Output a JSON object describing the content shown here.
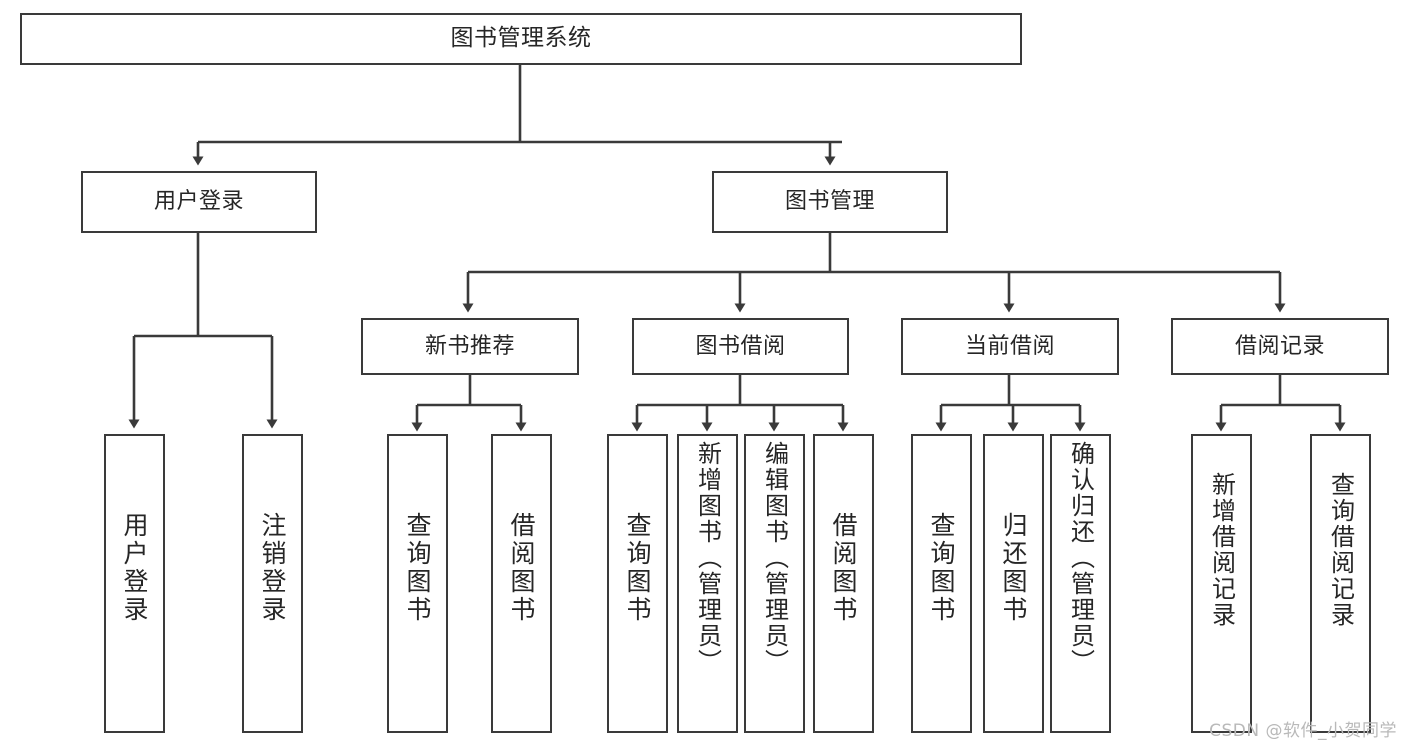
{
  "diagram": {
    "title": "图书管理系统",
    "type": "tree",
    "watermark": "CSDN @软件_小贺同学",
    "colors": {
      "box_border": "#3a3a3a",
      "box_fill": "#ffffff",
      "connector": "#3a3a3a",
      "text": "#262626",
      "watermark": "#b9b9b9",
      "background": "#ffffff"
    },
    "levels": {
      "root": {
        "label": "图书管理系统"
      },
      "level1": [
        {
          "label": "用户登录"
        },
        {
          "label": "图书管理"
        }
      ],
      "level2": [
        {
          "label": "新书推荐"
        },
        {
          "label": "图书借阅"
        },
        {
          "label": "当前借阅"
        },
        {
          "label": "借阅记录"
        }
      ]
    },
    "groups": [
      {
        "parent": "用户登录",
        "leaves": [
          {
            "label": "用户登录"
          },
          {
            "label": "注销登录"
          }
        ]
      },
      {
        "parent": "新书推荐",
        "leaves": [
          {
            "label": "查询图书"
          },
          {
            "label": "借阅图书"
          }
        ]
      },
      {
        "parent": "图书借阅",
        "leaves": [
          {
            "label": "查询图书"
          },
          {
            "label": "新增图书（管理员）"
          },
          {
            "label": "编辑图书（管理员）"
          },
          {
            "label": "借阅图书"
          }
        ]
      },
      {
        "parent": "当前借阅",
        "leaves": [
          {
            "label": "查询图书"
          },
          {
            "label": "归还图书"
          },
          {
            "label": "确认归还（管理员）"
          }
        ]
      },
      {
        "parent": "借阅记录",
        "leaves": [
          {
            "label": "新增借阅记录"
          },
          {
            "label": "查询借阅记录"
          }
        ]
      }
    ],
    "nodes": {
      "root": "图书管理系统",
      "user_login": "用户登录",
      "book_manage": "图书管理",
      "new_book_rec": "新书推荐",
      "book_borrow": "图书借阅",
      "current_borrow": "当前借阅",
      "borrow_record": "借阅记录",
      "leaf_user_login": "用户登录",
      "leaf_logout": "注销登录",
      "leaf_query_book_1": "查询图书",
      "leaf_borrow_book_1": "借阅图书",
      "leaf_query_book_2": "查询图书",
      "leaf_add_book": "新增图书（管理员）",
      "leaf_edit_book": "编辑图书（管理员）",
      "leaf_borrow_book_2": "借阅图书",
      "leaf_query_book_3": "查询图书",
      "leaf_return_book": "归还图书",
      "leaf_confirm_return": "确认归还（管理员）",
      "leaf_add_record": "新增借阅记录",
      "leaf_query_record": "查询借阅记录"
    }
  }
}
